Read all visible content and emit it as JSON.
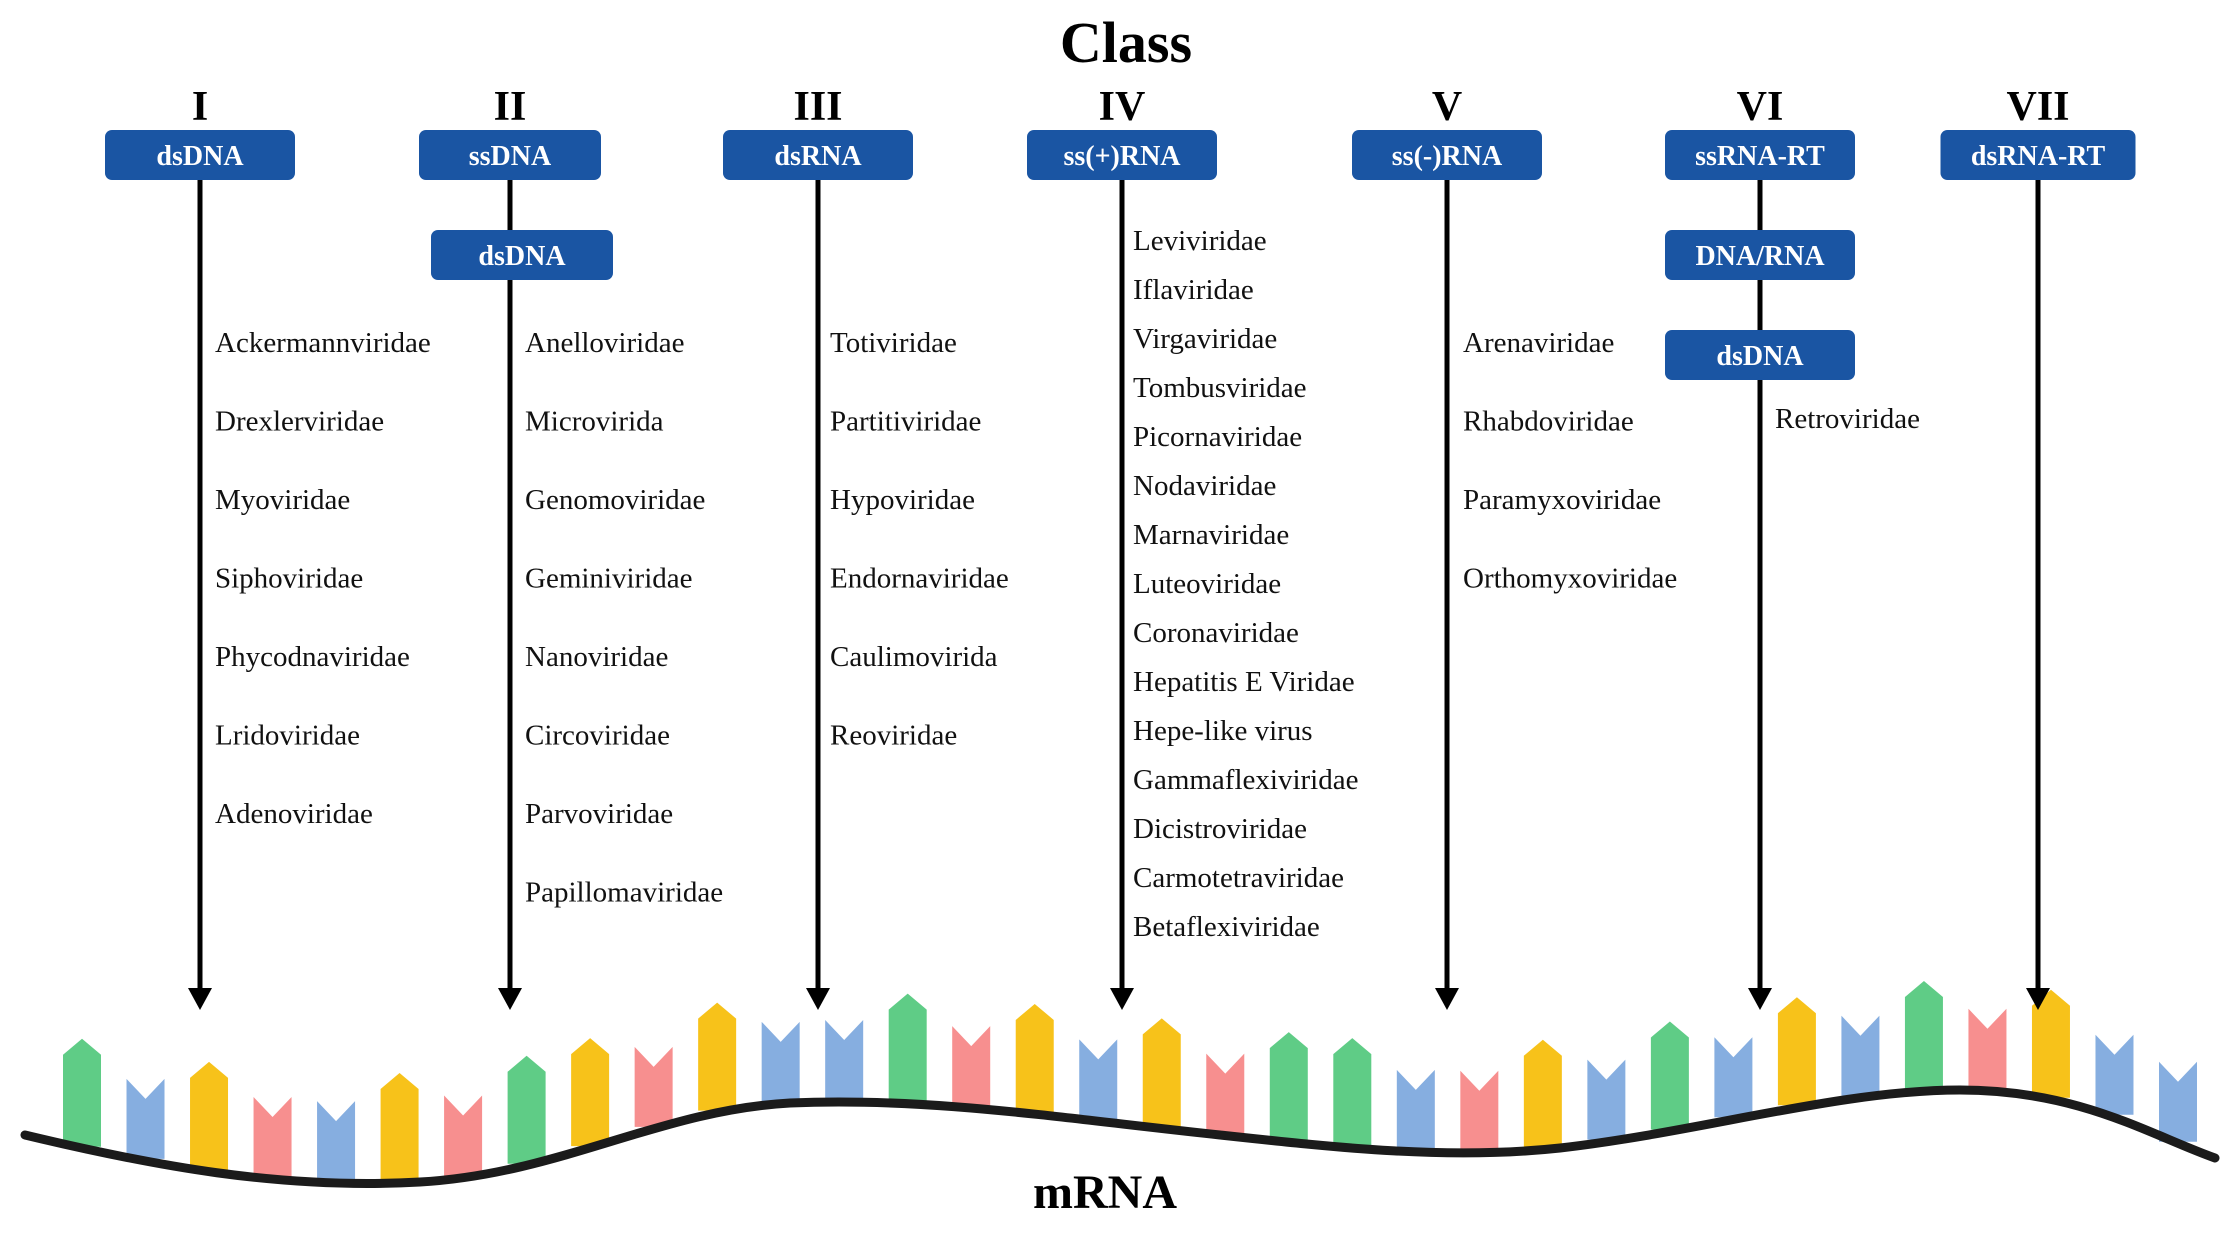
{
  "title": "Class",
  "bottom_label": "mRNA",
  "colors": {
    "box": "#1a55a3",
    "box_text": "#ffffff",
    "arrow": "#000000",
    "strand": "#1b1b1b",
    "green": "#5fcc86",
    "blue": "#86aee0",
    "yellow": "#f7c21a",
    "red": "#f78f8f"
  },
  "classes": [
    {
      "numeral": "I",
      "boxes": [
        "dsDNA"
      ],
      "families": [
        "Ackermannviridae",
        "Drexlerviridae",
        "Myoviridae",
        "Siphoviridae",
        "Phycodnaviridae",
        "Lridoviridae",
        "Adenoviridae"
      ]
    },
    {
      "numeral": "II",
      "boxes": [
        "ssDNA",
        "dsDNA"
      ],
      "families": [
        "Anelloviridae",
        "Microvirida",
        "Genomoviridae",
        "Geminiviridae",
        "Nanoviridae",
        "Circoviridae",
        "Parvoviridae",
        "Papillomaviridae"
      ]
    },
    {
      "numeral": "III",
      "boxes": [
        "dsRNA"
      ],
      "families": [
        "Totiviridae",
        "Partitiviridae",
        "Hypoviridae",
        "Endornaviridae",
        "Caulimovirida",
        "Reoviridae"
      ]
    },
    {
      "numeral": "IV",
      "boxes": [
        "ss(+)RNA"
      ],
      "families": [
        "Leviviridae",
        "Iflaviridae",
        "Virgaviridae",
        "Tombusviridae",
        "Picornaviridae",
        "Nodaviridae",
        "Marnaviridae",
        "Luteoviridae",
        "Coronaviridae",
        "Hepatitis E Viridae",
        "Hepe-like virus",
        "Gammaflexiviridae",
        "Dicistroviridae",
        "Carmotetraviridae",
        "Betaflexiviridae"
      ]
    },
    {
      "numeral": "V",
      "boxes": [
        "ss(-)RNA"
      ],
      "families": [
        "Arenaviridae",
        "Rhabdoviridae",
        "Paramyxoviridae",
        "Orthomyxoviridae"
      ]
    },
    {
      "numeral": "VI",
      "boxes": [
        "ssRNA-RT",
        "DNA/RNA",
        "dsDNA"
      ],
      "families": [
        "Retroviridae"
      ]
    },
    {
      "numeral": "VII",
      "boxes": [
        "dsRNA-RT"
      ],
      "families": []
    }
  ],
  "nucleotides": [
    {
      "kind": "up",
      "color": "green"
    },
    {
      "kind": "down",
      "color": "blue"
    },
    {
      "kind": "up",
      "color": "yellow"
    },
    {
      "kind": "down",
      "color": "red"
    },
    {
      "kind": "down",
      "color": "blue"
    },
    {
      "kind": "up",
      "color": "yellow"
    },
    {
      "kind": "down",
      "color": "red"
    },
    {
      "kind": "up",
      "color": "green"
    },
    {
      "kind": "up",
      "color": "yellow"
    },
    {
      "kind": "down",
      "color": "red"
    },
    {
      "kind": "up",
      "color": "yellow"
    },
    {
      "kind": "down",
      "color": "blue"
    },
    {
      "kind": "down",
      "color": "blue"
    },
    {
      "kind": "up",
      "color": "green"
    },
    {
      "kind": "down",
      "color": "red"
    },
    {
      "kind": "up",
      "color": "yellow"
    },
    {
      "kind": "down",
      "color": "blue"
    },
    {
      "kind": "up",
      "color": "yellow"
    },
    {
      "kind": "down",
      "color": "red"
    },
    {
      "kind": "up",
      "color": "green"
    },
    {
      "kind": "up",
      "color": "green"
    },
    {
      "kind": "down",
      "color": "blue"
    },
    {
      "kind": "down",
      "color": "red"
    },
    {
      "kind": "up",
      "color": "yellow"
    },
    {
      "kind": "down",
      "color": "blue"
    },
    {
      "kind": "up",
      "color": "green"
    },
    {
      "kind": "down",
      "color": "blue"
    },
    {
      "kind": "up",
      "color": "yellow"
    },
    {
      "kind": "down",
      "color": "blue"
    },
    {
      "kind": "up",
      "color": "green"
    },
    {
      "kind": "down",
      "color": "red"
    },
    {
      "kind": "up",
      "color": "yellow"
    },
    {
      "kind": "down",
      "color": "blue"
    },
    {
      "kind": "down",
      "color": "blue"
    }
  ]
}
